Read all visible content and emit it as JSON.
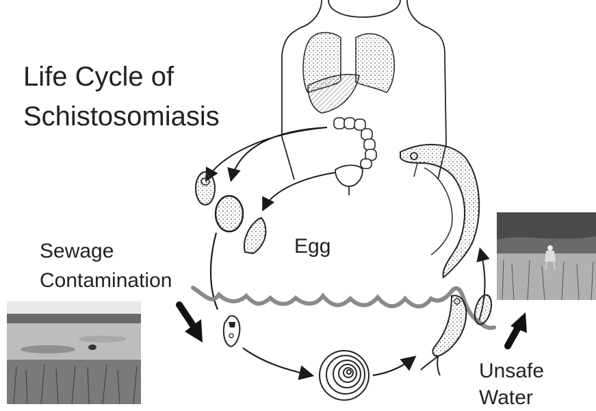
{
  "title": {
    "line1": "Life Cycle of",
    "line2": "Schistosomiasis"
  },
  "labels": {
    "egg": "Egg",
    "sewage_line1": "Sewage",
    "sewage_line2": "Contamination",
    "unsafe_line1": "Unsafe",
    "unsafe_line2": "Water"
  },
  "colors": {
    "ink": "#1a1a1a",
    "water_line": "#8a8a8a",
    "photo_dark": "#3a3a3a",
    "photo_light": "#bdbdbd"
  },
  "icons": [
    "human-torso-icon",
    "liver-icon",
    "intestine-icon",
    "bladder-icon",
    "egg-icon",
    "miracidium-icon",
    "snail-icon",
    "sporocyst-icon",
    "cercaria-icon",
    "adult-worm-pair-icon"
  ]
}
